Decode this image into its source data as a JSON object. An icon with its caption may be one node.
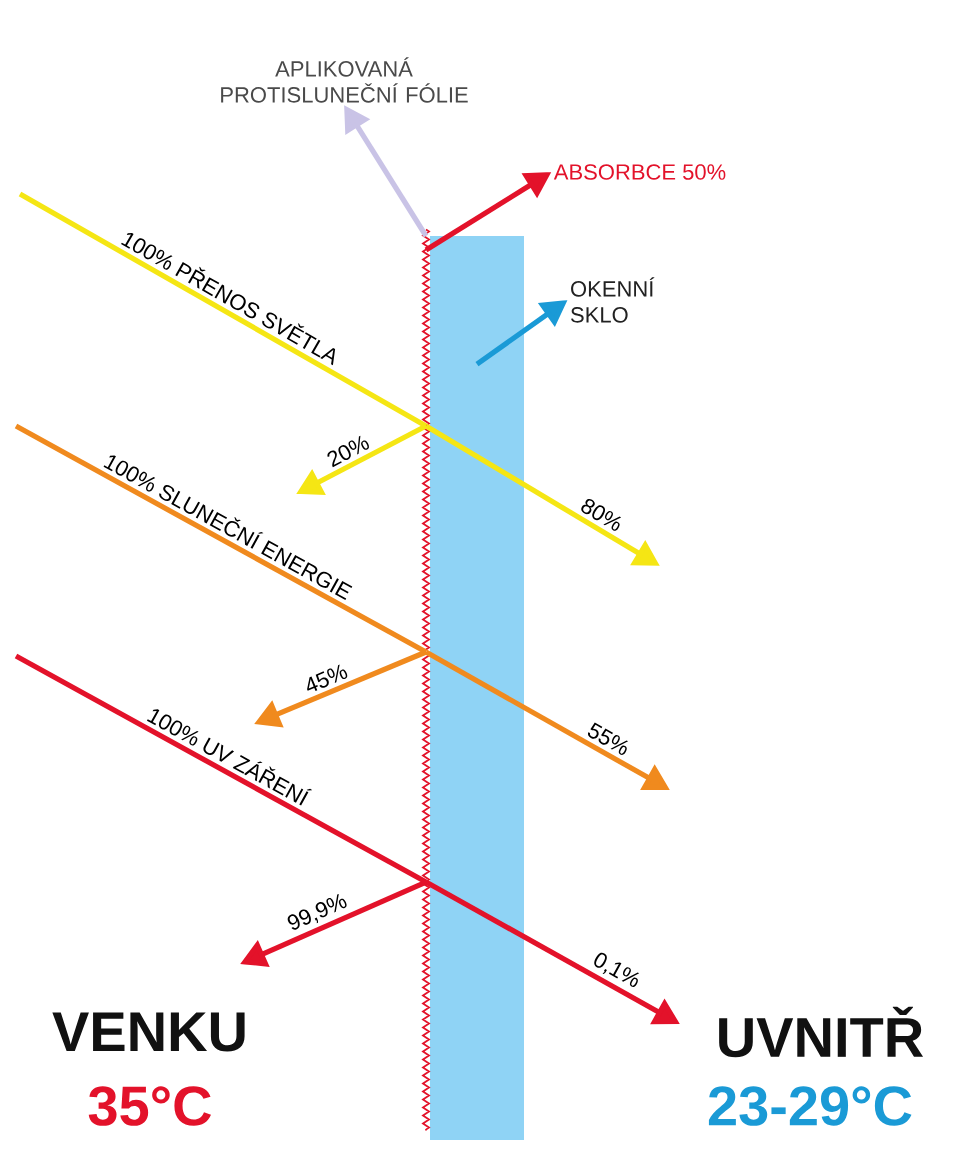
{
  "diagram": {
    "nodes": [
      {
        "text": [
          "APLIKOVANÁ PROTISLUNEČNÍ FÓLIE"
        ]
      },
      {
        "text": [
          "ABSORBCE 50%"
        ]
      },
      {
        "text": [
          "OKENNÍ SKLO"
        ]
      },
      {
        "text": [],
        "shape": "box"
      },
      {
        "text": [],
        "shape": "line"
      }
    ],
    "edges": [
      {
        "from": 4,
        "to": 0,
        "arrow": "to",
        "color": "#c9c3e6"
      },
      {
        "from": 4,
        "to": 1,
        "arrow": "to",
        "color": "#e3122a"
      },
      {
        "from": 3,
        "to": 2,
        "arrow": "to",
        "color": "#1a9ad6"
      },
      {
        "from": null,
        "to": 4,
        "arrow": "none",
        "label": "100% PŘENOS SVĚTLA",
        "color": "#f5e614"
      },
      {
        "from": 4,
        "to": null,
        "arrow": "to",
        "label": "20%",
        "color": "#f5e614"
      },
      {
        "from": 4,
        "to": null,
        "arrow": "to",
        "label": "80%",
        "color": "#f5e614"
      },
      {
        "from": null,
        "to": 4,
        "arrow": "none",
        "label": "100% SLUNEČNÍ ENERGIE",
        "color": "#f08a1e"
      },
      {
        "from": 4,
        "to": null,
        "arrow": "to",
        "label": "45%",
        "color": "#f08a1e"
      },
      {
        "from": 4,
        "to": null,
        "arrow": "to",
        "label": "55%",
        "color": "#f08a1e"
      },
      {
        "from": null,
        "to": 4,
        "arrow": "none",
        "label": "100% UV ZÁŘENÍ",
        "color": "#e3122a"
      },
      {
        "from": 4,
        "to": null,
        "arrow": "to",
        "label": "99,9%",
        "color": "#e3122a"
      },
      {
        "from": 4,
        "to": null,
        "arrow": "to",
        "label": "0,1%",
        "color": "#e3122a"
      }
    ],
    "labels": [
      "VENKU",
      "35°C",
      "UVNITŘ",
      "23-29°C"
    ]
  }
}
